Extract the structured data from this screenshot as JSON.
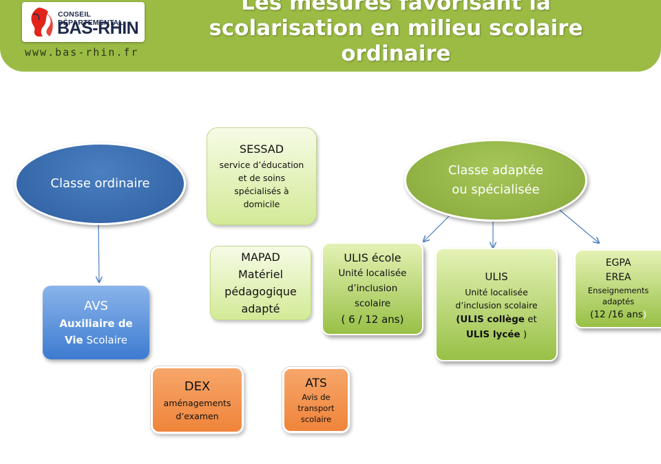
{
  "header": {
    "logo_line1": "CONSEIL DÉPARTEMENTAL",
    "logo_line2": "BAS-RHIN",
    "website": "www.bas-rhin.fr",
    "title_lines": [
      "Les mesures favorisant la",
      "scolarisation en milieu scolaire",
      "ordinaire"
    ]
  },
  "diagram": {
    "classe_ordinaire": "Classe ordinaire",
    "classe_adaptee": [
      "Classe adaptée",
      "ou spécialisée"
    ],
    "sessad": {
      "title": "SESSAD",
      "desc": [
        "service d’éducation",
        "et de soins",
        "spécialisés à",
        "domicile"
      ]
    },
    "mapad": [
      "MAPAD",
      "Matériel",
      "pédagogique",
      "adapté"
    ],
    "avs": {
      "title": "AVS",
      "line1": "Auxiliaire de",
      "line2_bold": "Vie",
      "line2_rest": " Scolaire"
    },
    "ulis_ecole": [
      "ULIS école",
      "Unité localisée",
      "d’inclusion",
      "scolaire",
      "( 6 / 12 ans)"
    ],
    "ulis": {
      "title": "ULIS",
      "desc": [
        "Unité localisée",
        "d’inclusion scolaire"
      ],
      "college_bold": "(ULIS collège",
      "college_rest": "  et",
      "lycee_bold": "ULIS lycée",
      "lycee_rest": " )"
    },
    "egpa": {
      "lines": [
        "EGPA",
        "EREA"
      ],
      "desc": [
        "Enseignements",
        "adaptés"
      ],
      "age": "(12 /16 ans",
      "age_close": ")"
    },
    "dex": {
      "title": "DEX",
      "desc": [
        "aménagements",
        "d’examen"
      ]
    },
    "ats": {
      "title": "ATS",
      "desc": [
        "Avis de",
        "transport",
        "scolaire"
      ]
    }
  },
  "colors": {
    "header_green": "#9bbb45",
    "blue": "#2d5ea0",
    "orange": "#f0843a",
    "arrow": "#4a7fc0"
  }
}
